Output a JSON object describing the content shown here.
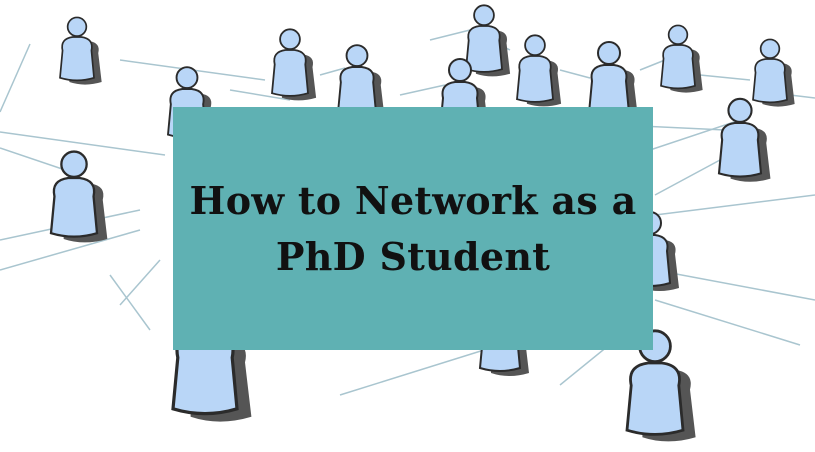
{
  "title": {
    "line1": "How to Network as a",
    "line2": "PhD Student"
  },
  "colors": {
    "panel": "#5fb1b3",
    "person_fill": "#b9d6f7",
    "person_outline": "#2b2b2b",
    "shadow": "#555555",
    "link_line": "#a9c5cf",
    "background": "#ffffff"
  },
  "icons": [
    "person-icon",
    "network-link"
  ]
}
